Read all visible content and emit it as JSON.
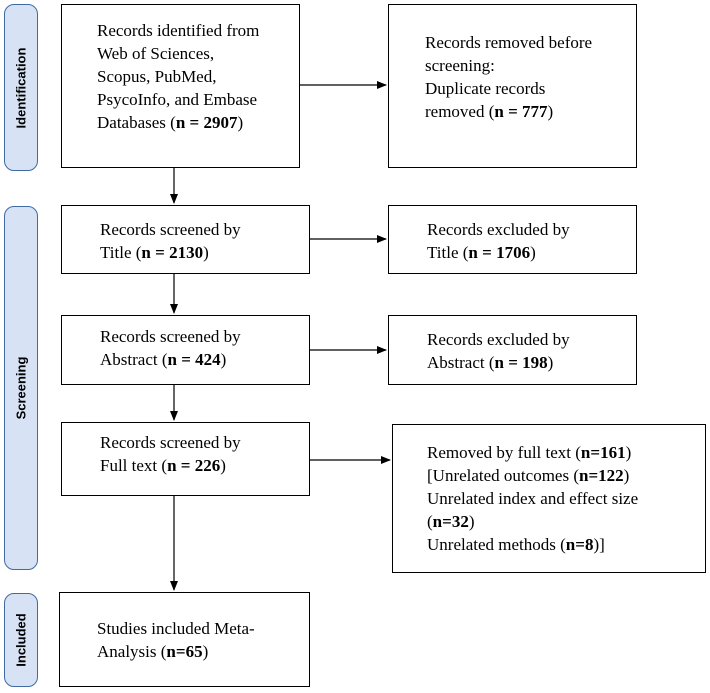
{
  "stages": {
    "identification": "Identification",
    "screening": "Screening",
    "included": "Included"
  },
  "boxes": {
    "identified": {
      "lines": [
        "Records identified from",
        "Web of Sciences,",
        "Scopus, PubMed,",
        "PsycoInfo, and Embase"
      ],
      "last_prefix": "Databases (",
      "last_bold": "n = 2907",
      "last_suffix": ")"
    },
    "removed": {
      "lines": [
        "Records removed before",
        "screening:",
        "Duplicate records"
      ],
      "last_prefix": "removed (",
      "last_bold": "n = 777",
      "last_suffix": ")"
    },
    "title_screened": {
      "line1": "Records screened by",
      "prefix": "Title (",
      "bold": "n = 2130",
      "suffix": ")"
    },
    "title_excluded": {
      "line1": "Records excluded by",
      "prefix": "Title (",
      "bold": "n = 1706",
      "suffix": ")"
    },
    "abstract_screened": {
      "line1": "Records screened by",
      "prefix": "Abstract (",
      "bold": "n = 424",
      "suffix": ")"
    },
    "abstract_excluded": {
      "line1": "Records excluded by",
      "prefix": "Abstract (",
      "bold": "n = 198",
      "suffix": ")"
    },
    "fulltext_screened": {
      "line1": "Records screened by",
      "prefix": "Full text (",
      "bold": "n = 226",
      "suffix": ")"
    },
    "fulltext_removed": {
      "l1_prefix": "Removed by full text (",
      "l1_bold": "n=161",
      "l1_suffix": ")",
      "l2_prefix": "[Unrelated outcomes (",
      "l2_bold": "n=122",
      "l2_suffix": ")",
      "l3": "Unrelated index and effect size",
      "l4_prefix": "(",
      "l4_bold": "n=32",
      "l4_suffix": ")",
      "l5_prefix": "Unrelated methods (",
      "l5_bold": "n=8",
      "l5_suffix": ")]"
    },
    "included": {
      "line1": "Studies included Meta-",
      "prefix": "Analysis (",
      "bold": "n=65",
      "suffix": ")"
    }
  }
}
